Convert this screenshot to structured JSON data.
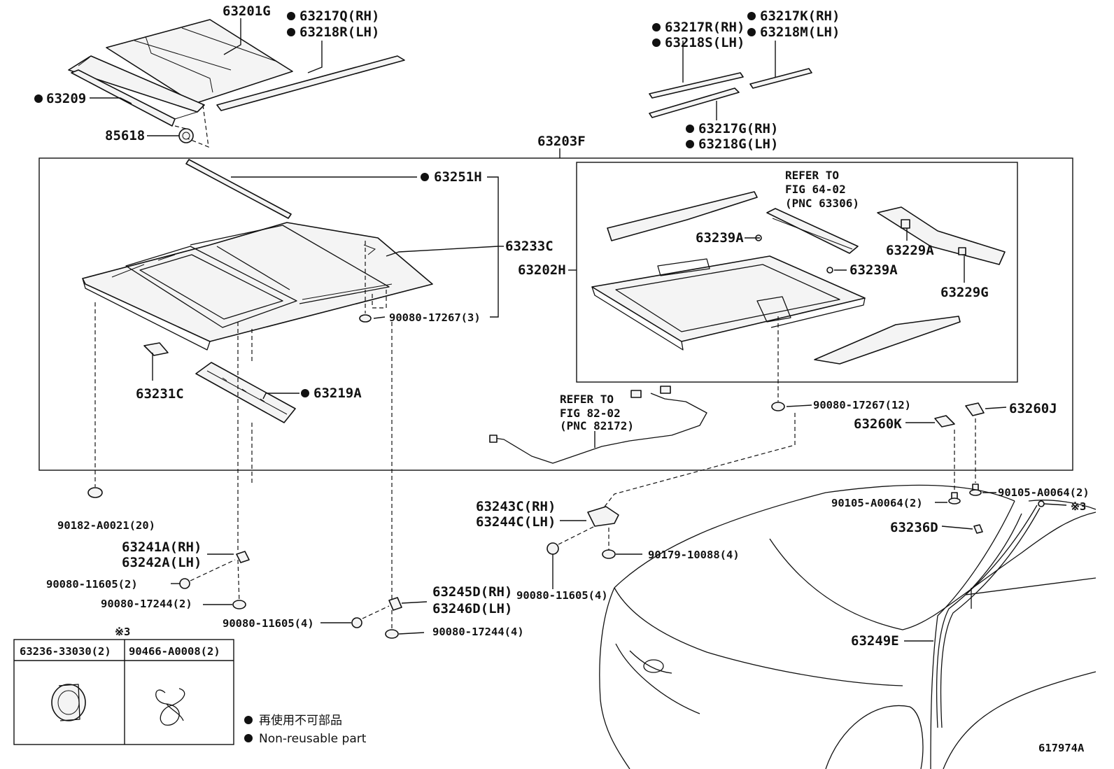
{
  "diagram": {
    "figure_id": "617974A",
    "callouts": {
      "c63201G": "63201G",
      "c63217Q": "63217Q(RH)",
      "c63218R": "63218R(LH)",
      "c63209": "63209",
      "c85618": "85618",
      "c63217R": "63217R(RH)",
      "c63218S": "63218S(LH)",
      "c63217K": "63217K(RH)",
      "c63218M": "63218M(LH)",
      "c63217G": "63217G(RH)",
      "c63218G": "63218G(LH)",
      "c63203F": "63203F",
      "c63251H": "63251H",
      "c63233C": "63233C",
      "c90080_17267_3": "90080-17267(3)",
      "c63231C": "63231C",
      "c63219A": "63219A",
      "c63239A_1": "63239A",
      "c63239A_2": "63239A",
      "c63202H": "63202H",
      "c63229A": "63229A",
      "c63229G": "63229G",
      "c90080_17267_12": "90080-17267(12)",
      "c63260J": "63260J",
      "c63260K": "63260K",
      "c90182": "90182-A0021(20)",
      "c63241A": "63241A(RH)",
      "c63242A": "63242A(LH)",
      "c90080_11605_2": "90080-11605(2)",
      "c90080_17244_2": "90080-17244(2)",
      "c90080_11605_4a": "90080-11605(4)",
      "c63245D": "63245D(RH)",
      "c63246D": "63246D(LH)",
      "c90080_17244_4": "90080-17244(4)",
      "c63243C": "63243C(RH)",
      "c63244C": "63244C(LH)",
      "c90179": "90179-10088(4)",
      "c90080_11605_4b": "90080-11605(4)",
      "c90105_left": "90105-A0064(2)",
      "c90105_right": "90105-A0064(2)",
      "c63236D": "63236D",
      "c63249E": "63249E",
      "note3_right": "※3"
    },
    "refer_a": [
      "REFER TO",
      "FIG 64-02",
      "(PNC 63306)"
    ],
    "refer_b": [
      "REFER TO",
      "FIG 82-02",
      "(PNC 82172)"
    ]
  },
  "note_table": {
    "marker": "※3",
    "col1_header": "63236-33030(2)",
    "col2_header": "90466-A0008(2)"
  },
  "legend": {
    "line_ja": "再使用不可部品",
    "line_en": "Non-reusable part"
  }
}
